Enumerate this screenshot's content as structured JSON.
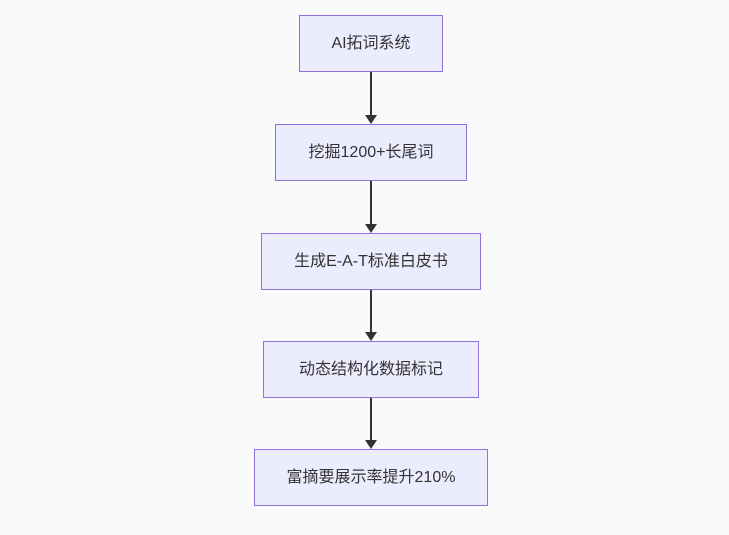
{
  "diagram": {
    "kind": "flowchart",
    "direction": "top-down",
    "background_color": "#fafafa",
    "node_fill_color": "#ececff",
    "node_border_color": "#9370db",
    "arrow_color": "#333333",
    "text_color": "#333333",
    "nodes": [
      {
        "label": "AI拓词系统"
      },
      {
        "label": "挖掘1200+长尾词"
      },
      {
        "label": "生成E-A-T标准白皮书"
      },
      {
        "label": "动态结构化数据标记"
      },
      {
        "label": "富摘要展示率提升210%"
      }
    ],
    "edges": [
      {
        "from": "AI拓词系统",
        "to": "挖掘1200+长尾词"
      },
      {
        "from": "挖掘1200+长尾词",
        "to": "生成E-A-T标准白皮书"
      },
      {
        "from": "生成E-A-T标准白皮书",
        "to": "动态结构化数据标记"
      },
      {
        "from": "动态结构化数据标记",
        "to": "富摘要展示率提升210%"
      }
    ]
  }
}
